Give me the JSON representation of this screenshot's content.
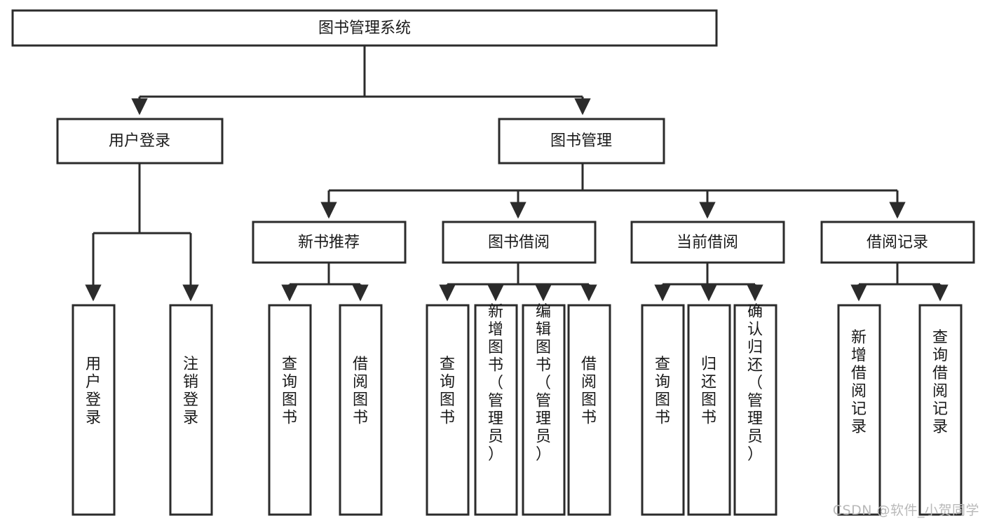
{
  "diagram": {
    "title": "图书管理系统",
    "type": "tree-hierarchy",
    "arrow_color": "#2b2b2b",
    "box_fill": "#ffffff",
    "box_stroke": "#2b2b2b",
    "levels": {
      "root": "图书管理系统",
      "level2": [
        "用户登录",
        "图书管理"
      ],
      "level3": [
        "新书推荐",
        "图书借阅",
        "当前借阅",
        "借阅记录"
      ]
    },
    "nodes": {
      "root": {
        "label": "图书管理系统"
      },
      "user_login": {
        "label": "用户登录"
      },
      "book_manage": {
        "label": "图书管理"
      },
      "new_book_rec": {
        "label": "新书推荐"
      },
      "book_borrow": {
        "label": "图书借阅"
      },
      "current_borrow": {
        "label": "当前借阅"
      },
      "borrow_record": {
        "label": "借阅记录"
      },
      "leaf_user_login": {
        "label": "用户登录"
      },
      "leaf_logout": {
        "label": "注销登录"
      },
      "leaf_query_book_1": {
        "label": "查询图书"
      },
      "leaf_borrow_book_1": {
        "label": "借阅图书"
      },
      "leaf_query_book_2": {
        "label": "查询图书"
      },
      "leaf_add_book": {
        "label": "新增图书（管理员）"
      },
      "leaf_edit_book": {
        "label": "编辑图书（管理员）"
      },
      "leaf_borrow_book_2": {
        "label": "借阅图书"
      },
      "leaf_query_book_3": {
        "label": "查询图书"
      },
      "leaf_return_book": {
        "label": "归还图书"
      },
      "leaf_confirm_return": {
        "label": "确认归还（管理员）"
      },
      "leaf_add_record": {
        "label": "新增借阅记录"
      },
      "leaf_query_record": {
        "label": "查询借阅记录"
      }
    }
  },
  "watermark": {
    "text": "CSDN @软件_小贺同学"
  }
}
